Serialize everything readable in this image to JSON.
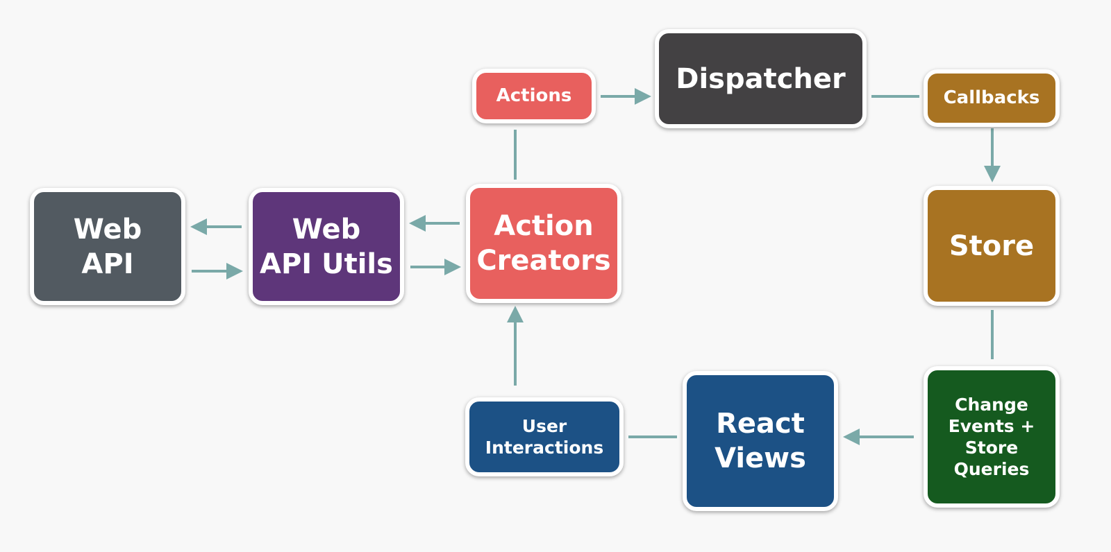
{
  "colors": {
    "connector": "#7aa9a8",
    "web_api": "#525a61",
    "web_api_utils": "#5e367a",
    "action_creators": "#e8605e",
    "actions": "#e8605e",
    "dispatcher": "#434143",
    "callbacks": "#a87322",
    "store": "#a87322",
    "change_events": "#155a1f",
    "react_views": "#1c5185",
    "user_interactions": "#1c5185"
  },
  "nodes": {
    "web_api": "Web\nAPI",
    "web_api_utils": "Web\nAPI Utils",
    "action_creators": "Action\nCreators",
    "actions": "Actions",
    "dispatcher": "Dispatcher",
    "callbacks": "Callbacks",
    "store": "Store",
    "change_events": "Change\nEvents +\nStore\nQueries",
    "react_views": "React\nViews",
    "user_interactions": "User\nInteractions"
  }
}
